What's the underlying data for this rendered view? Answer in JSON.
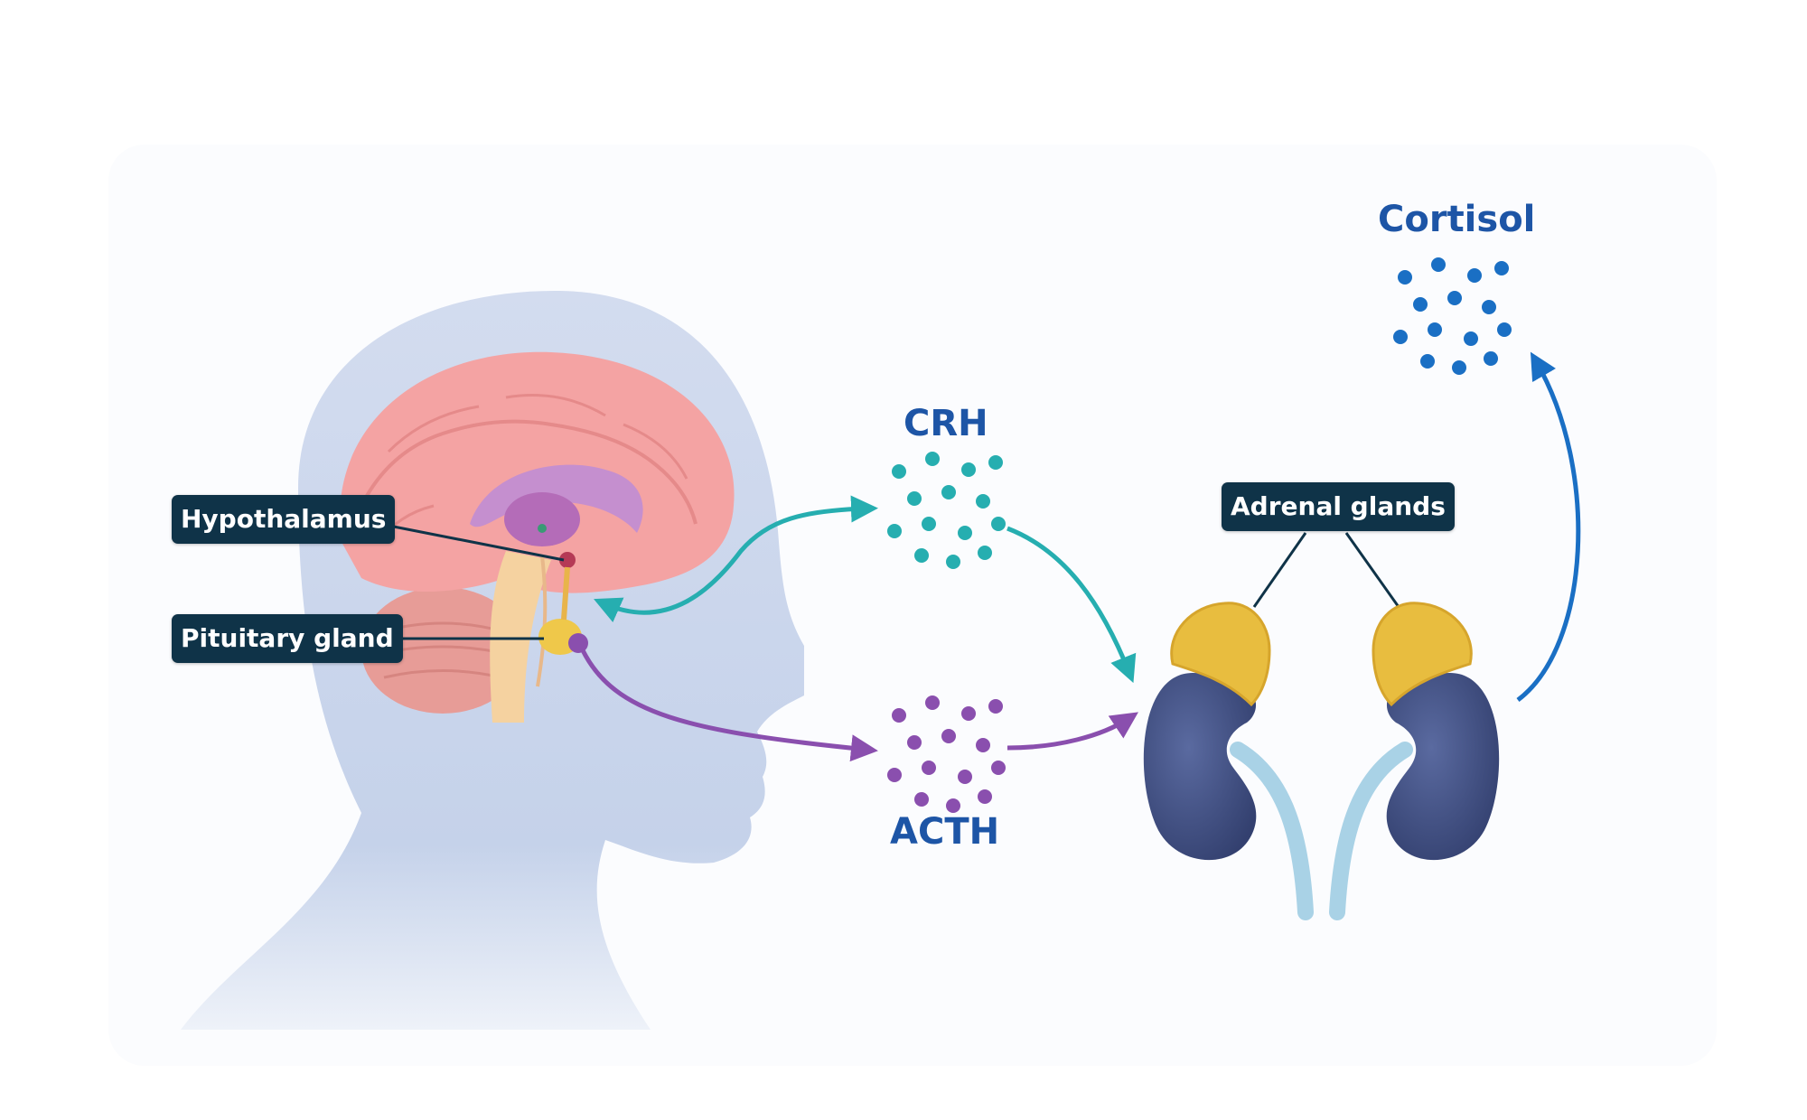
{
  "labels": {
    "hypothalamus": "Hypothalamus",
    "pituitary": "Pituitary gland",
    "adrenal": "Adrenal glands"
  },
  "hormones": {
    "crh": "CRH",
    "acth": "ACTH",
    "cortisol": "Cortisol"
  },
  "colors": {
    "crh": "#26aeb0",
    "acth": "#8a4fae",
    "cortisol": "#1a6fc4",
    "label_bg": "#0f3348",
    "hormone_text": "#1d55a6",
    "kidney": "#3d4d82",
    "adrenal": "#e8bd3f",
    "brain": "#f4a3a3",
    "head": "#c9d6ec"
  },
  "icons": {
    "head": "head-silhouette",
    "brain": "brain-illustration",
    "kidneys": "kidney-pair-illustration"
  }
}
